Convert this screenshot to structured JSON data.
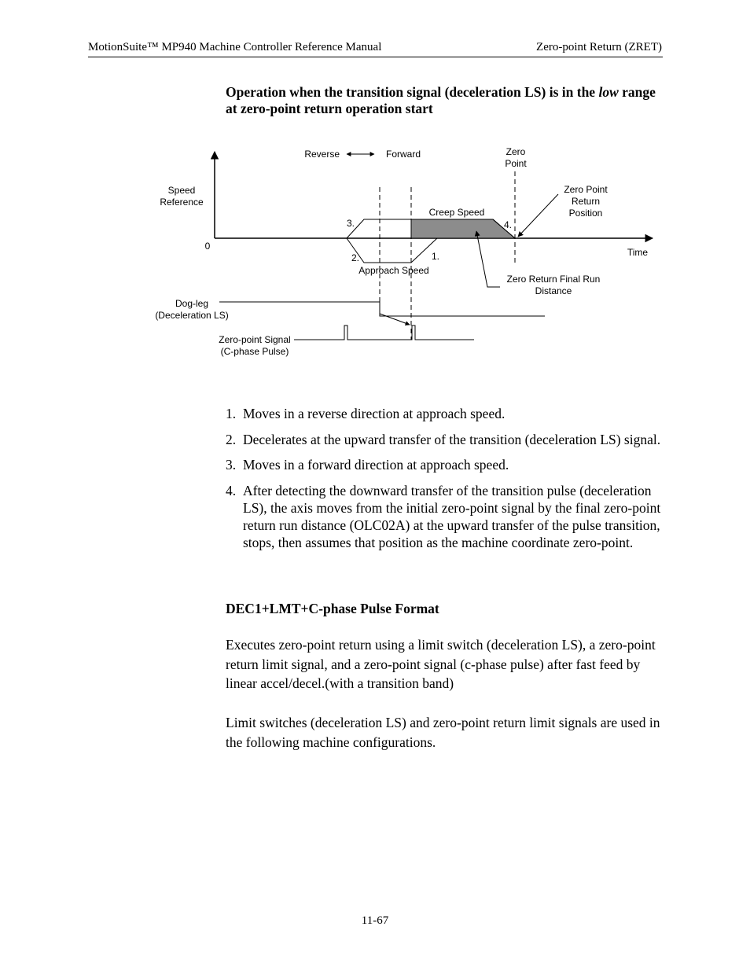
{
  "header": {
    "manual_title": "MotionSuite™ MP940 Machine Controller Reference Manual",
    "section_name": "Zero-point Return (ZRET)"
  },
  "section_title": {
    "prefix": "Operation when the transition signal (deceleration LS) is in the ",
    "emphasis": "low",
    "suffix": " range at zero-point return operation start"
  },
  "diagram": {
    "reverse_label": "Reverse",
    "forward_label": "Forward",
    "zero_point_label_1": "Zero",
    "zero_point_label_2": "Point",
    "speed_reference_1": "Speed",
    "speed_reference_2": "Reference",
    "origin_label": "0",
    "time_label": "Time",
    "creep_speed_label": "Creep Speed",
    "approach_speed_label": "Approach Speed",
    "zero_point_return_position_1": "Zero Point",
    "zero_point_return_position_2": "Return",
    "zero_point_return_position_3": "Position",
    "final_run_distance_1": "Zero Return Final Run",
    "final_run_distance_2": "Distance",
    "marker_1": "1.",
    "marker_2": "2.",
    "marker_3": "3.",
    "marker_4": "4.",
    "dogleg_label_1": "Dog-leg",
    "dogleg_label_2": "(Deceleration LS)",
    "zero_signal_label_1": "Zero-point Signal",
    "zero_signal_label_2": "(C-phase Pulse)",
    "colors": {
      "shaded_region": "#8c8c8c",
      "line": "#000000"
    }
  },
  "steps": [
    {
      "num": "1.",
      "text": "Moves in a reverse direction at approach speed."
    },
    {
      "num": "2.",
      "text": "Decelerates at the upward transfer of the transition (deceleration LS) signal."
    },
    {
      "num": "3.",
      "text": "Moves in a forward direction at approach speed."
    },
    {
      "num": "4.",
      "text": "After detecting the downward transfer of the transition pulse (deceleration LS), the axis moves from the initial zero-point signal by the final zero-point return run distance (OLC02A) at the upward transfer of the pulse transition, stops, then assumes that position as the machine coordinate zero-point."
    }
  ],
  "sub_heading": "DEC1+LMT+C-phase Pulse Format",
  "paragraphs": {
    "p1": "Executes zero-point return using a limit switch (deceleration LS), a zero-point return limit signal, and a zero-point signal (c-phase pulse) after fast feed by linear accel/decel.(with a transition band)",
    "p2": "Limit switches (deceleration LS) and zero-point return limit signals are used in the following machine configurations."
  },
  "page_number": "11-67"
}
